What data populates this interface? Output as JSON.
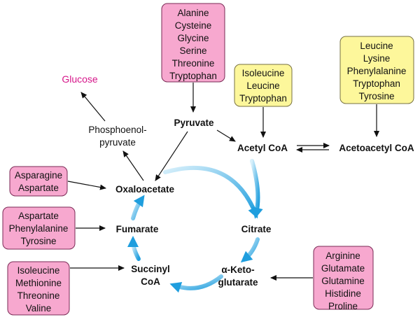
{
  "amino_acid_groups": {
    "pyruvate_group": [
      "Alanine",
      "Cysteine",
      "Glycine",
      "Serine",
      "Threonine",
      "Tryptophan"
    ],
    "acetyl_coa_group": [
      "Isoleucine",
      "Leucine",
      "Tryptophan"
    ],
    "acetoacetyl_coa_group": [
      "Leucine",
      "Lysine",
      "Phenylalanine",
      "Tryptophan",
      "Tyrosine"
    ],
    "oxaloacetate_group": [
      "Asparagine",
      "Aspartate"
    ],
    "fumarate_group": [
      "Aspartate",
      "Phenylalanine",
      "Tyrosine"
    ],
    "succinyl_coa_group": [
      "Isoleucine",
      "Methionine",
      "Threonine",
      "Valine"
    ],
    "ketoglutarate_group": [
      "Arginine",
      "Glutamate",
      "Glutamine",
      "Histidine",
      "Proline"
    ]
  },
  "metabolites": {
    "glucose": "Glucose",
    "pep_line1": "Phosphoenol-",
    "pep_line2": "pyruvate",
    "pyruvate": "Pyruvate",
    "acetyl_coa": "Acetyl CoA",
    "acetoacetyl_coa": "Acetoacetyl CoA",
    "oxaloacetate": "Oxaloacetate",
    "citrate": "Citrate",
    "fumarate": "Fumarate",
    "succinyl_line1": "Succinyl",
    "succinyl_line2": "CoA",
    "ketoglutarate_line1": "α-Keto-",
    "ketoglutarate_line2": "glutarate"
  },
  "colors": {
    "glucogenic_box": "#f7a8cf",
    "ketogenic_box": "#fdf79b",
    "glucose_text": "#d6168a",
    "cycle_arrow": "#29a8e0"
  }
}
